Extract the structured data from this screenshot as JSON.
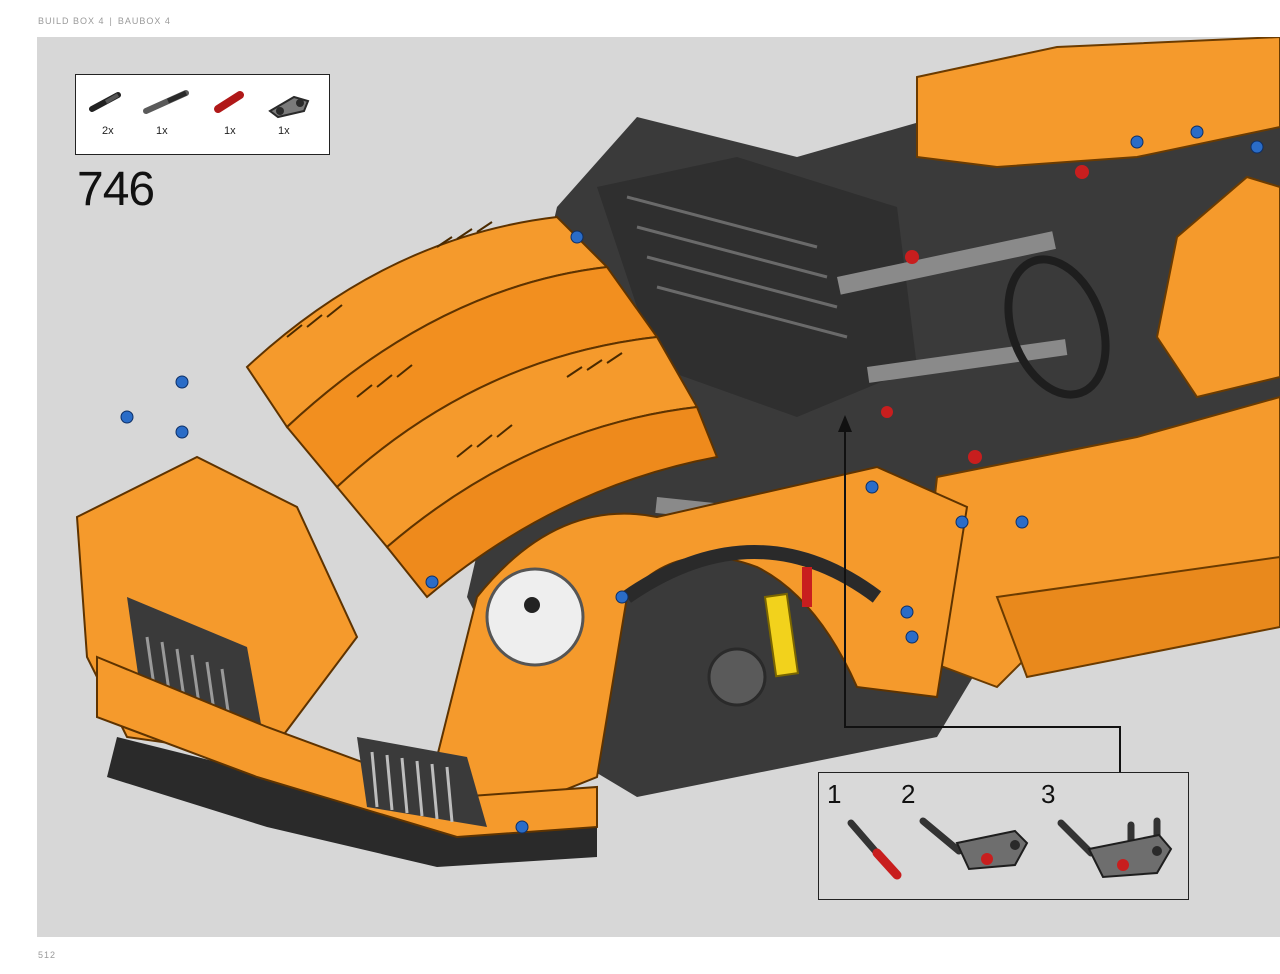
{
  "header": {
    "left": "BUILD BOX 4",
    "separator": "|",
    "right": "BAUBOX 4"
  },
  "parts_list": [
    {
      "qty": "2x",
      "icon": "axle-pin-black-icon"
    },
    {
      "qty": "1x",
      "icon": "axle-pin-gray-icon"
    },
    {
      "qty": "1x",
      "icon": "axle-red-icon"
    },
    {
      "qty": "1x",
      "icon": "beam-connector-gray-icon"
    }
  ],
  "step": {
    "number": "746"
  },
  "substeps": {
    "labels": [
      "1",
      "2",
      "3"
    ]
  },
  "footer": {
    "page_number": "512"
  },
  "colors": {
    "orange": "#f59a2c",
    "dark": "#3a3a3a",
    "panel": "#d7d7d7"
  }
}
